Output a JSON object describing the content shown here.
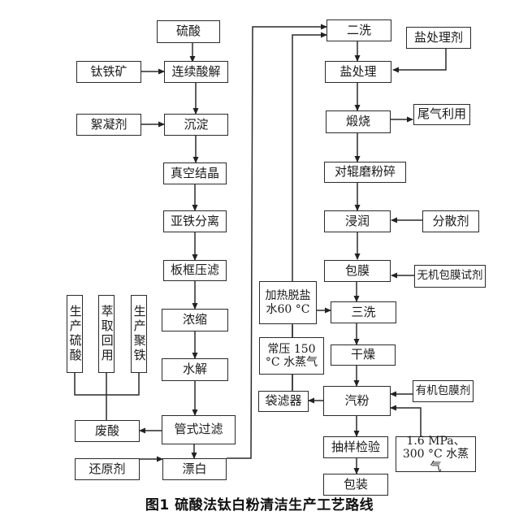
{
  "caption": "图1  硫酸法钛白粉清洁生产工艺路线",
  "left_column": {
    "sulfuric_acid": "硫酸",
    "ilmenite": "钛铁矿",
    "continuous_acidolysis": "连续酸解",
    "flocculant": "絮凝剂",
    "sedimentation": "沉淀",
    "vacuum_crystallization": "真空结晶",
    "ferrous_separation": "亚铁分离",
    "plate_frame_filtration": "板框压滤",
    "concentration": "浓缩",
    "hydrolysis": "水解",
    "tube_filtration": "管式过滤",
    "waste_acid": "废酸",
    "reducing_agent": "还原剂",
    "bleaching": "漂白",
    "produce_sulfuric_acid": "生产硫酸",
    "extraction_reuse": "萃取回用",
    "produce_polyferric": "生产聚铁"
  },
  "right_column": {
    "second_wash": "二洗",
    "salt_treatment_agent": "盐处理剂",
    "salt_treatment": "盐处理",
    "calcination": "煅烧",
    "tail_gas_use": "尾气利用",
    "roller_milling": "对辊磨粉碎",
    "wetting": "浸润",
    "dispersant": "分散剂",
    "coating": "包膜",
    "inorganic_coating_agent": "无机包膜试剂",
    "heated_desalted_water": "加热脱盐水60 °C",
    "third_wash": "三洗",
    "drying": "干燥",
    "atmospheric_steam": "常压 150 °C 水蒸气",
    "bag_filter": "袋滤器",
    "jet_milling": "汽粉",
    "organic_coating_agent": "有机包膜剂",
    "high_pressure_steam": "1.6 MPa、300 °C 水蒸气",
    "sampling_inspection": "抽样检验",
    "packaging": "包装"
  }
}
